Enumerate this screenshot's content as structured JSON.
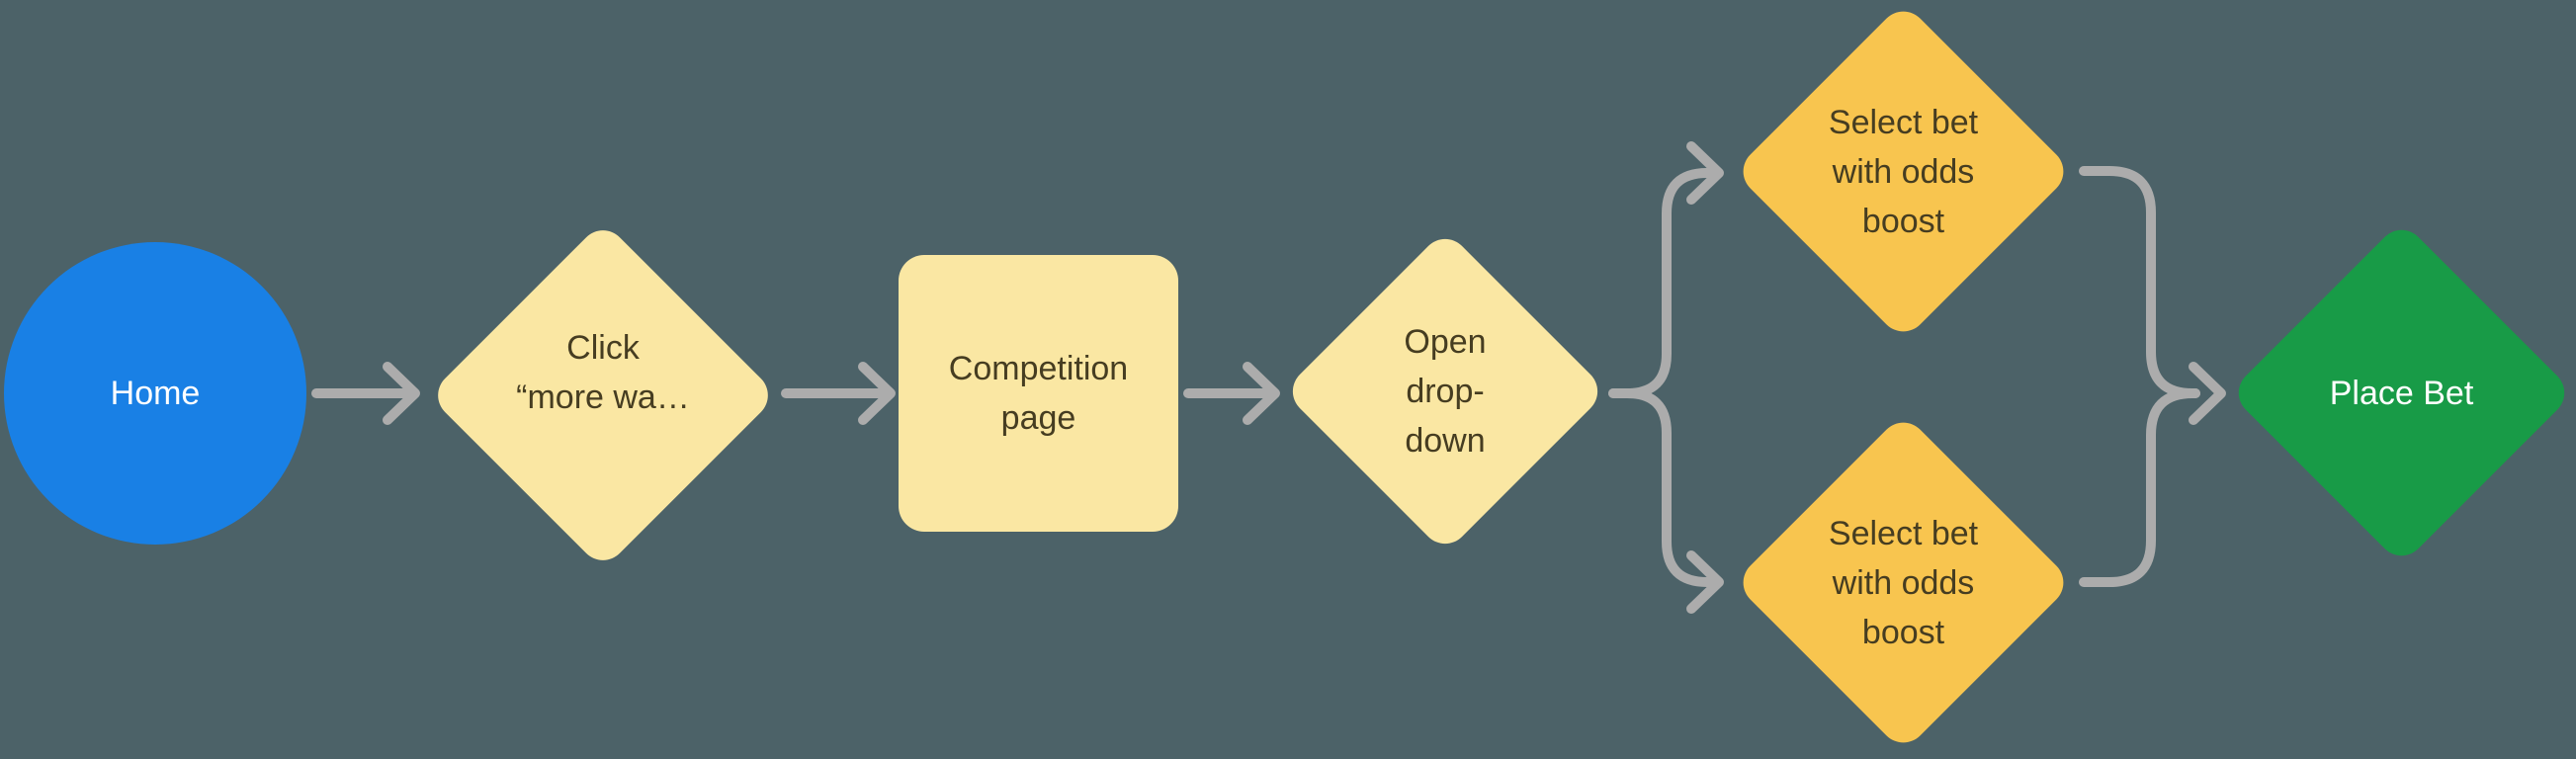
{
  "diagram": {
    "background_color": "#4C6268",
    "connector_color": "#ACACAC",
    "nodes": {
      "home": {
        "shape": "circle",
        "color": "#1980E5",
        "text_color": "#FFFFFF",
        "label": "Home"
      },
      "click_more": {
        "shape": "diamond",
        "color": "#FAE7A3",
        "text_color": "#463D21",
        "lines": [
          "Click",
          "“more wa…"
        ]
      },
      "competition_page": {
        "shape": "rounded-rectangle",
        "color": "#FAE7A3",
        "text_color": "#463D21",
        "lines": [
          "Competition",
          "page"
        ]
      },
      "open_dropdown": {
        "shape": "diamond",
        "color": "#FAE7A3",
        "text_color": "#463D21",
        "lines": [
          "Open",
          "drop-",
          "down"
        ]
      },
      "select_top": {
        "shape": "diamond",
        "color": "#F8C54F",
        "text_color": "#463D21",
        "lines": [
          "Select bet",
          "with odds",
          "boost"
        ]
      },
      "select_bottom": {
        "shape": "diamond",
        "color": "#F8C54F",
        "text_color": "#463D21",
        "lines": [
          "Select bet",
          "with odds",
          "boost"
        ]
      },
      "place_bet": {
        "shape": "diamond",
        "color": "#189B47",
        "text_color": "#FFFFFF",
        "label": "Place Bet"
      }
    },
    "edges": [
      {
        "from": "home",
        "to": "click_more"
      },
      {
        "from": "click_more",
        "to": "competition_page"
      },
      {
        "from": "competition_page",
        "to": "open_dropdown"
      },
      {
        "from": "open_dropdown",
        "to": "select_top"
      },
      {
        "from": "open_dropdown",
        "to": "select_bottom"
      },
      {
        "from": "select_top",
        "to": "place_bet"
      },
      {
        "from": "select_bottom",
        "to": "place_bet"
      }
    ]
  }
}
